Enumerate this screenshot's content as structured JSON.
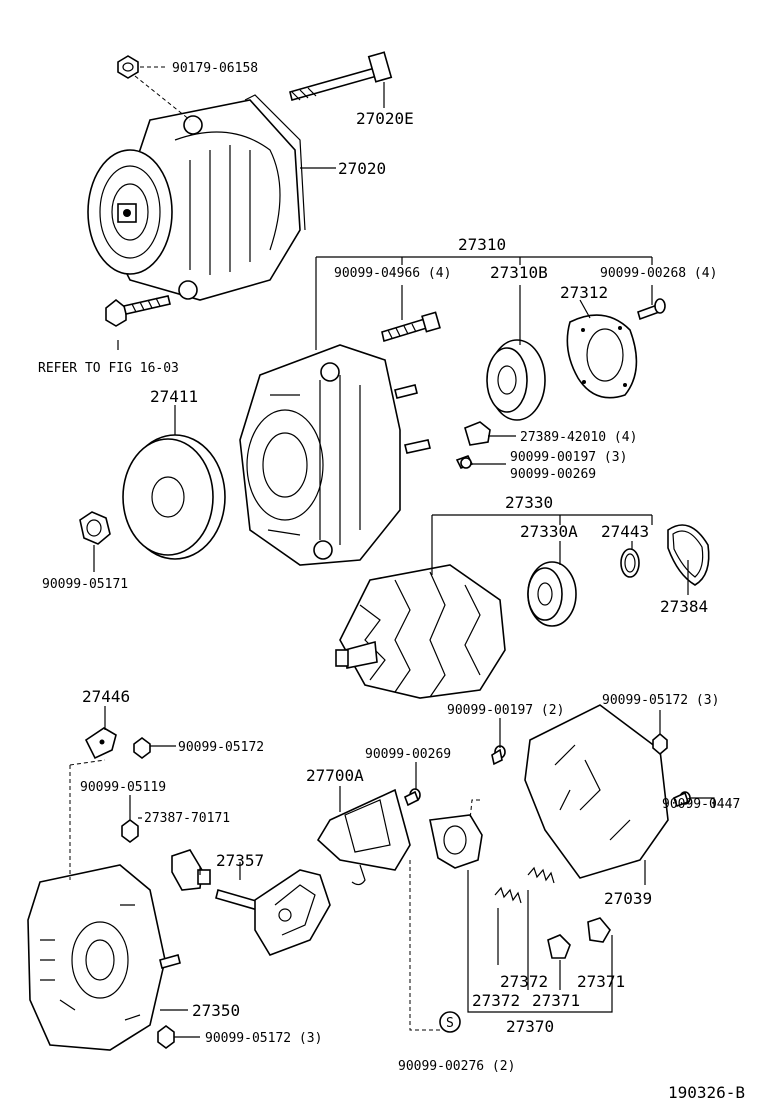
{
  "labels": {
    "p90179_06158": "90179-06158",
    "p27020E": "27020E",
    "p27020": "27020",
    "p27310": "27310",
    "p90099_04966": "90099-04966 (4)",
    "p27310B": "27310B",
    "p90099_00268": "90099-00268 (4)",
    "p27312": "27312",
    "refer": "REFER TO FIG 16-03",
    "p27411": "27411",
    "p27389": "27389-42010 (4)",
    "p90099_00197_3": "90099-00197 (3)",
    "p90099_00269_a": "90099-00269",
    "p27330": "27330",
    "p27330A": "27330A",
    "p27443": "27443",
    "p90099_05171": "90099-05171",
    "p27384": "27384",
    "p27446": "27446",
    "p90099_00197_2": "90099-00197 (2)",
    "p90099_05172_3a": "90099-05172 (3)",
    "p90099_05172": "90099-05172",
    "p27700A": "27700A",
    "p90099_00269_b": "90099-00269",
    "p90099_05119": "90099-05119",
    "p90099_0447": "90099-0447",
    "p27387": "27387-70171",
    "p27357": "27357",
    "p27039": "27039",
    "p27372a": "27372",
    "p27371a": "27371",
    "p27372b": "27372",
    "p27371b": "27371",
    "p27350": "27350",
    "p90099_05172_3b": "90099-05172 (3)",
    "p27370": "27370",
    "s_symbol": "S",
    "p90099_00276": "90099-00276 (2)",
    "fig_id": "190326-B"
  }
}
